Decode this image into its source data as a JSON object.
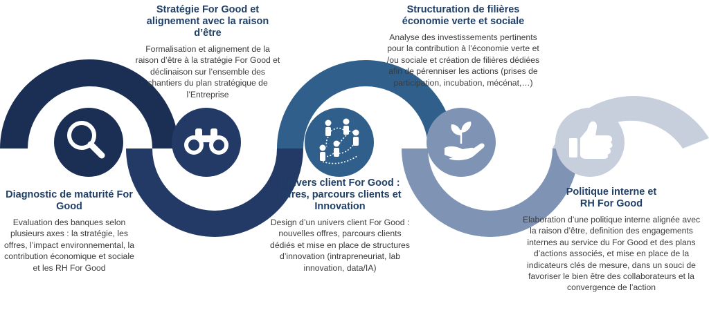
{
  "steps": [
    {
      "title": "Diagnostic de maturité For Good",
      "description": "Evaluation des banques selon plusieurs axes : la stratégie, les offres, l’impact environnemental, la contribution économique et sociale et les RH For Good",
      "icon": "magnifier-icon",
      "color": "#1b2f55"
    },
    {
      "title": "Stratégie For Good et alignement avec la raison d’être",
      "description": "Formalisation et alignement de la raison d’être à la stratégie For Good et déclinaison sur l’ensemble des chantiers du plan stratégique de l’Entreprise",
      "icon": "binoculars-icon",
      "color": "#233a66"
    },
    {
      "title": "Univers client For Good : offres, parcours clients et Innovation",
      "description": "Design d’un univers client For Good : nouvelles offres, parcours clients dédiés et mise en place de structures d’innovation (intrapreneuriat, lab innovation, data/IA)",
      "icon": "people-network-icon",
      "color": "#2f5f8a"
    },
    {
      "title": "Structuration de filières économie verte et sociale",
      "description": "Analyse des investissements pertinents pour la contribution à l’économie verte et /ou sociale et création de filières dédiées afin de pérenniser les actions (prises de participation, incubation, mécénat,…)",
      "icon": "hand-plant-icon",
      "color": "#7f93b5"
    },
    {
      "title": "Politique interne et RH For Good",
      "description": "Elaboration d’une politique interne alignée avec la raison d’être, definition des engagements internes au service du For Good et des plans d’actions associés, et mise en place de la indicateurs clés de mesure, dans un souci de favoriser le bien être des collaborateurs et la convergence de l’action",
      "icon": "thumbs-up-icon",
      "color": "#c7cfdc"
    }
  ]
}
